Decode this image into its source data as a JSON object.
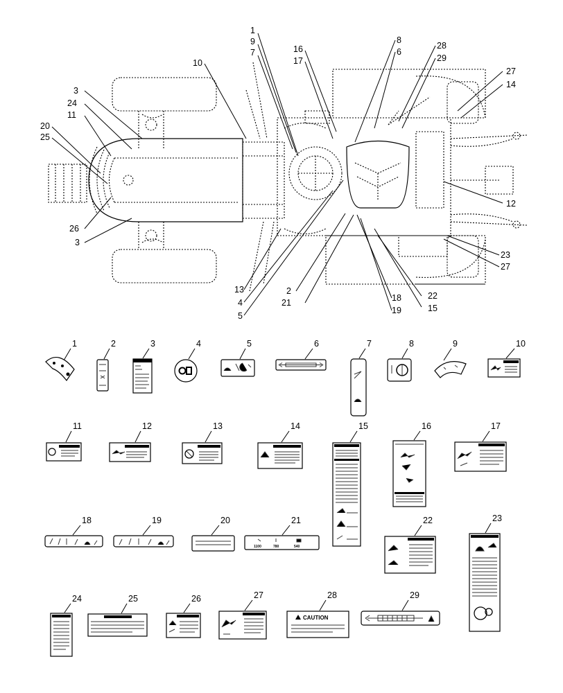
{
  "callouts": [
    "1",
    "2",
    "3",
    "4",
    "5",
    "6",
    "7",
    "8",
    "9",
    "10",
    "11",
    "12",
    "13",
    "14",
    "15",
    "16",
    "17",
    "18",
    "19",
    "20",
    "21",
    "22",
    "23",
    "24",
    "25",
    "26",
    "27",
    "28",
    "29"
  ],
  "labels": [
    {
      "id": "1"
    },
    {
      "id": "2"
    },
    {
      "id": "3"
    },
    {
      "id": "4"
    },
    {
      "id": "5"
    },
    {
      "id": "6"
    },
    {
      "id": "7"
    },
    {
      "id": "8"
    },
    {
      "id": "9"
    },
    {
      "id": "10"
    },
    {
      "id": "11"
    },
    {
      "id": "12"
    },
    {
      "id": "13"
    },
    {
      "id": "14"
    },
    {
      "id": "15"
    },
    {
      "id": "16"
    },
    {
      "id": "17"
    },
    {
      "id": "18"
    },
    {
      "id": "19"
    },
    {
      "id": "20"
    },
    {
      "id": "21"
    },
    {
      "id": "22"
    },
    {
      "id": "23"
    },
    {
      "id": "24"
    },
    {
      "id": "25"
    },
    {
      "id": "26"
    },
    {
      "id": "27"
    },
    {
      "id": "28"
    },
    {
      "id": "29"
    }
  ],
  "label_text": {
    "caution": "CAUTION",
    "label21_values": [
      "1100",
      "780",
      "540"
    ]
  }
}
